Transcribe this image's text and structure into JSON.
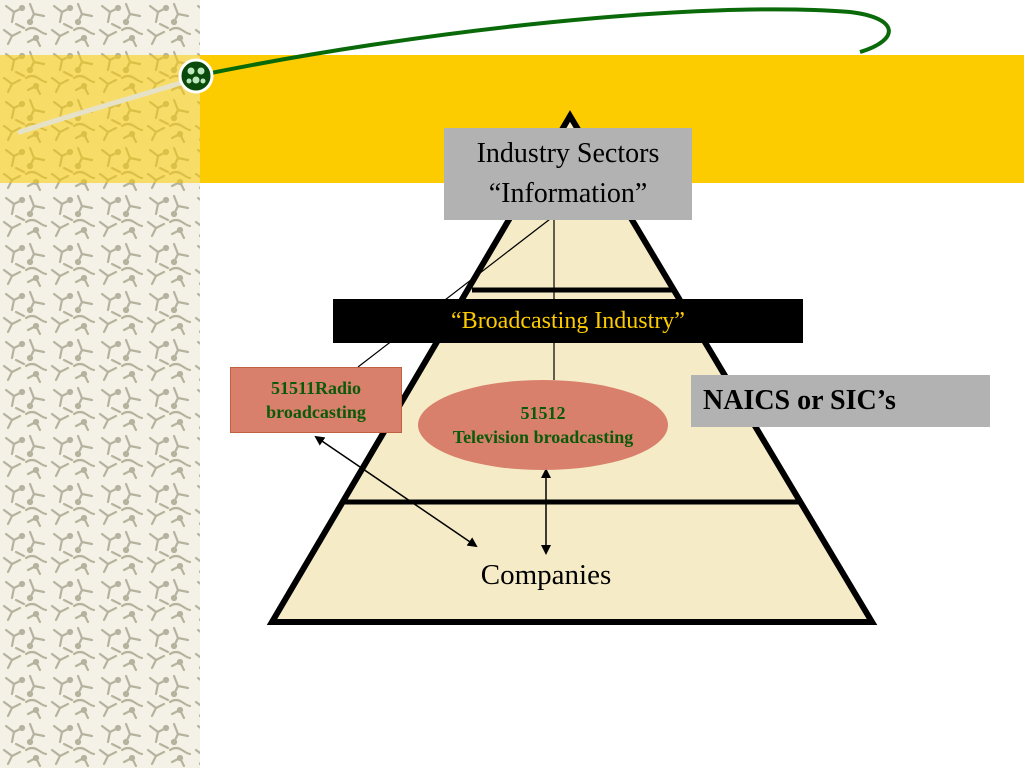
{
  "colors": {
    "band": "#fccb00",
    "pyramid_fill": "#f5ebc6",
    "box_gray": "#b2b2b2",
    "salmon": "#d8806c",
    "green_text": "#0a5a0a",
    "black_bar": "#000000",
    "swoosh": "#0a6a0a"
  },
  "decorations": [
    "molecule-pattern",
    "green-swoosh",
    "orb-icon"
  ],
  "diagram": {
    "sectors": {
      "line1": "Industry Sectors",
      "line2": "“Information”"
    },
    "broadcasting_label": "“Broadcasting Industry”",
    "radio": {
      "line1": "51511Radio",
      "line2": "broadcasting"
    },
    "tv": {
      "line1": "51512",
      "line2": "Television broadcasting"
    },
    "naics_label": "NAICS or SIC’s",
    "companies_label": "Companies"
  }
}
